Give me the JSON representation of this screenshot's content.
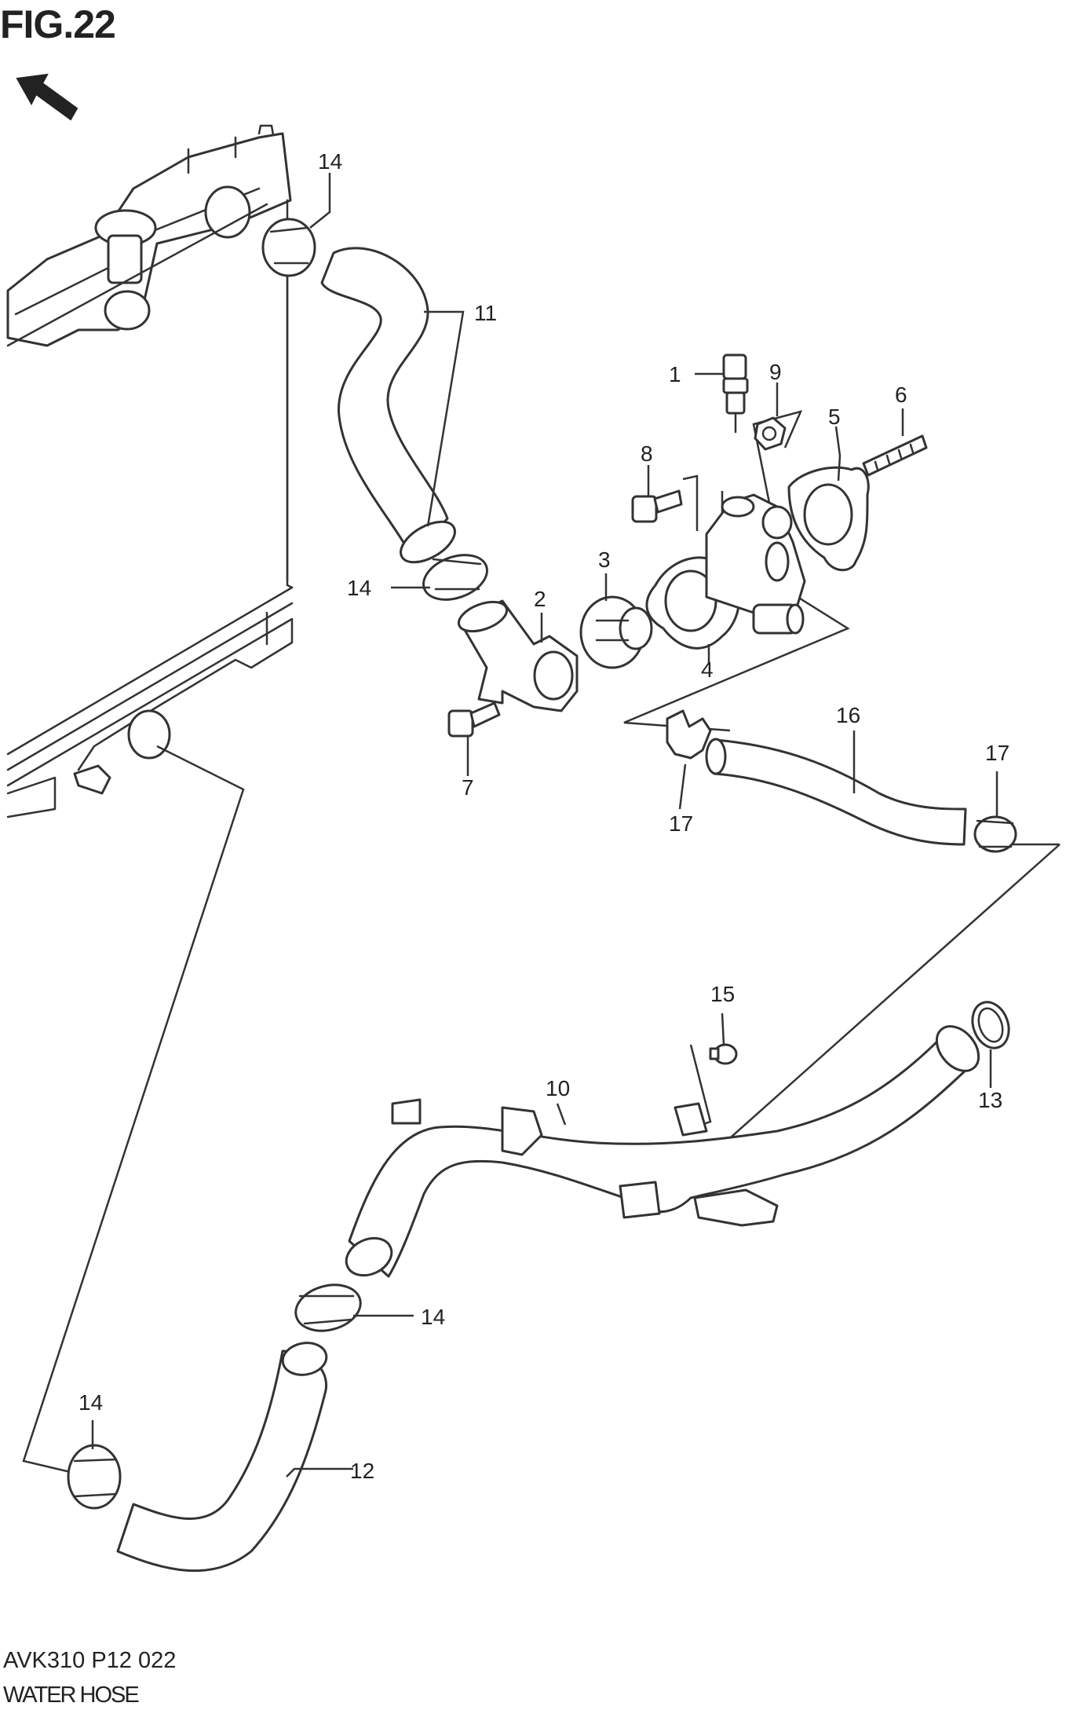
{
  "header": {
    "figure_title": "FIG.22"
  },
  "footer": {
    "diagram_code": "AVK310 P12 022",
    "diagram_name": "WATER HOSE"
  },
  "callouts": {
    "c1": "1",
    "c2": "2",
    "c3": "3",
    "c4": "4",
    "c5": "5",
    "c6": "6",
    "c7": "7",
    "c8": "8",
    "c9": "9",
    "c10": "10",
    "c11": "11",
    "c12": "12",
    "c13": "13",
    "c14a": "14",
    "c14b": "14",
    "c14c": "14",
    "c14d": "14",
    "c15": "15",
    "c16": "16",
    "c17a": "17",
    "c17b": "17"
  }
}
